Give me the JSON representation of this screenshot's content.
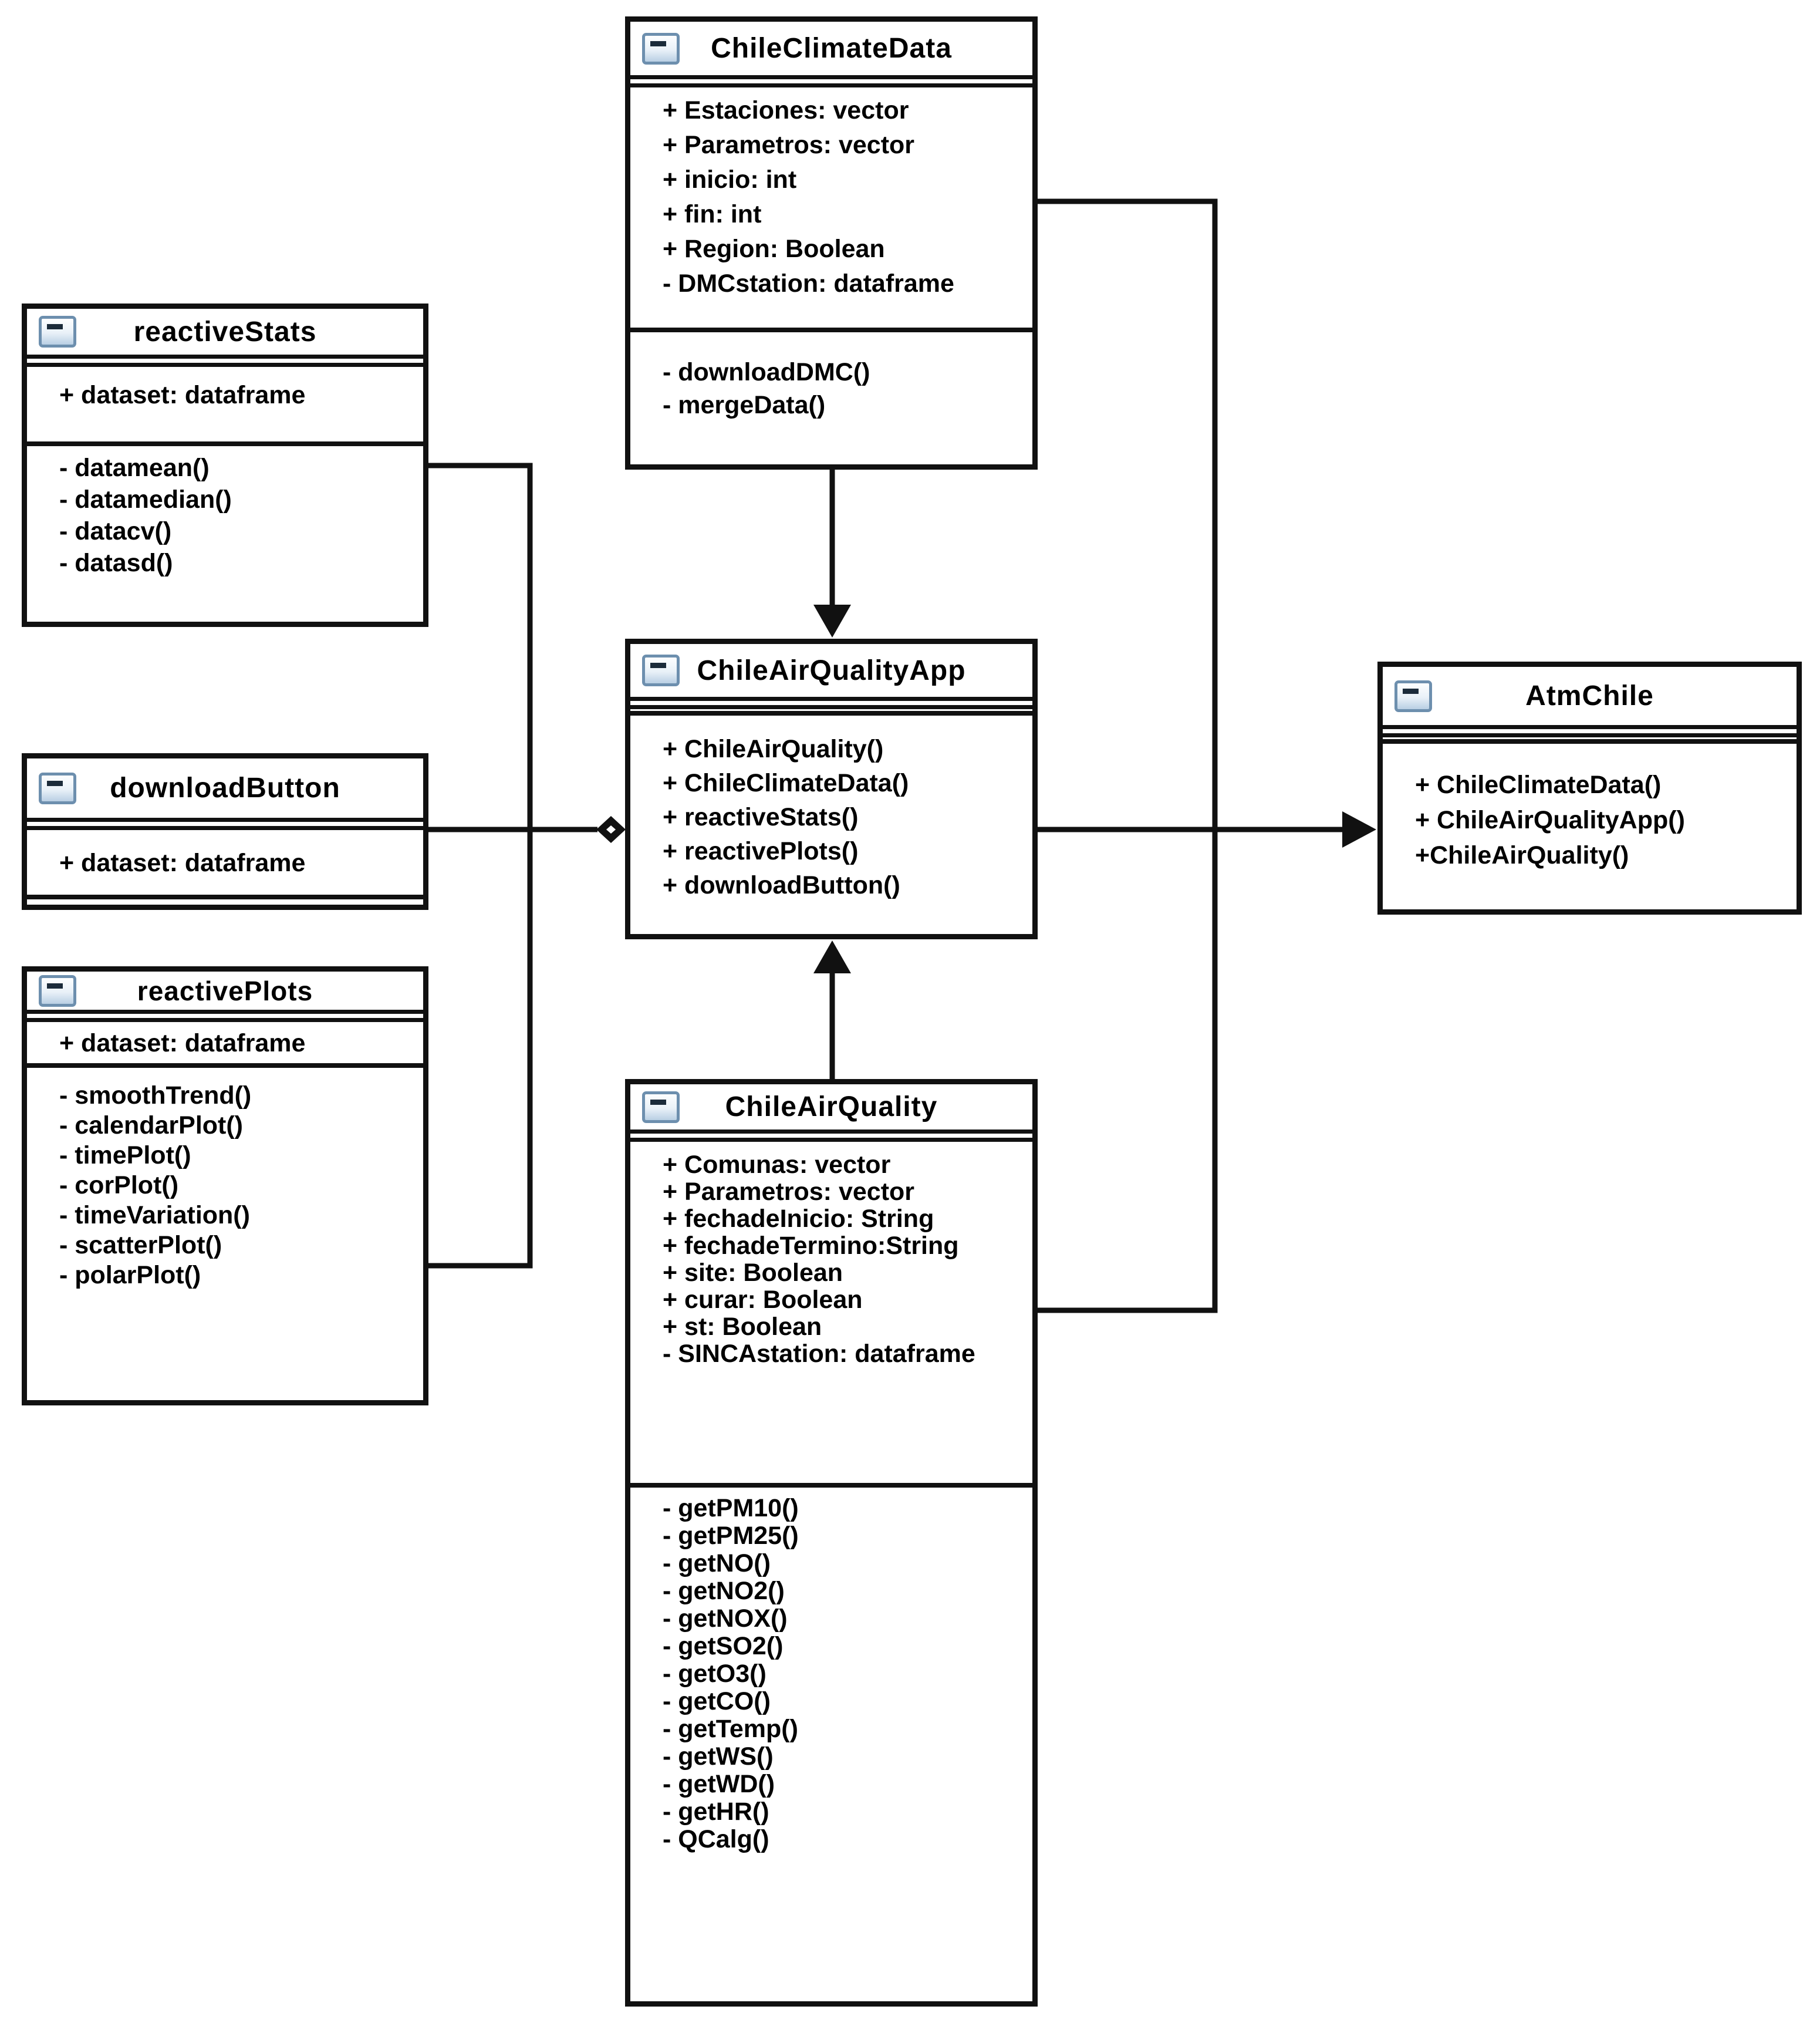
{
  "diagram": {
    "background_color": "#ffffff",
    "line_color": "#111111",
    "icon_colors": {
      "border": "#6d8fae",
      "fill": "#b9cfe4",
      "glyph": "#1b2b3a"
    },
    "classes": [
      {
        "id": "reactiveStats",
        "title": "reactiveStats",
        "icon": "class-icon",
        "attributes": [
          "+ dataset: dataframe"
        ],
        "methods": [
          "- datamean()",
          "- datamedian()",
          "- datacv()",
          "- datasd()"
        ]
      },
      {
        "id": "downloadButton",
        "title": "downloadButton",
        "icon": "class-icon",
        "attributes": [
          "+ dataset: dataframe"
        ],
        "methods": []
      },
      {
        "id": "reactivePlots",
        "title": "reactivePlots",
        "icon": "class-icon",
        "attributes": [
          "+ dataset: dataframe"
        ],
        "methods": [
          "- smoothTrend()",
          "- calendarPlot()",
          "- timePlot()",
          "- corPlot()",
          "- timeVariation()",
          "- scatterPlot()",
          "- polarPlot()"
        ]
      },
      {
        "id": "ChileClimateData",
        "title": "ChileClimateData",
        "icon": "class-icon",
        "attributes": [
          "+ Estaciones: vector",
          "+ Parametros: vector",
          "+ inicio: int",
          "+ fin: int",
          "+ Region: Boolean",
          "- DMCstation: dataframe"
        ],
        "methods": [
          "- downloadDMC()",
          "- mergeData()"
        ]
      },
      {
        "id": "ChileAirQualityApp",
        "title": "ChileAirQualityApp",
        "icon": "class-icon",
        "attributes": [],
        "methods": [
          "+ ChileAirQuality()",
          "+ ChileClimateData()",
          "+ reactiveStats()",
          "+ reactivePlots()",
          "+ downloadButton()"
        ]
      },
      {
        "id": "ChileAirQuality",
        "title": "ChileAirQuality",
        "icon": "class-icon",
        "attributes": [
          "+ Comunas: vector",
          "+ Parametros: vector",
          "+ fechadeInicio: String",
          "+ fechadeTermino:String",
          "+ site: Boolean",
          "+ curar: Boolean",
          "+ st: Boolean",
          "- SINCAstation: dataframe"
        ],
        "methods": [
          "- getPM10()",
          "- getPM25()",
          "- getNO()",
          "- getNO2()",
          "- getNOX()",
          "- getSO2()",
          "- getO3()",
          "- getCO()",
          "- getTemp()",
          "- getWS()",
          "- getWD()",
          "- getHR()",
          "- QCalg()"
        ]
      },
      {
        "id": "AtmChile",
        "title": "AtmChile",
        "icon": "class-icon",
        "attributes": [],
        "methods": [
          "+ ChileClimateData()",
          "+ ChileAirQualityApp()",
          "+ChileAirQuality()"
        ]
      }
    ],
    "relations": [
      {
        "from": "ChileClimateData",
        "to": "ChileAirQualityApp",
        "arrow": "filled-triangle"
      },
      {
        "from": "ChileAirQuality",
        "to": "ChileAirQualityApp",
        "arrow": "filled-triangle"
      },
      {
        "from": "reactiveStats",
        "to": "ChileAirQualityApp",
        "arrow": "diamond"
      },
      {
        "from": "downloadButton",
        "to": "ChileAirQualityApp",
        "arrow": "diamond"
      },
      {
        "from": "reactivePlots",
        "to": "ChileAirQualityApp",
        "arrow": "diamond"
      },
      {
        "from": "ChileAirQualityApp",
        "to": "AtmChile",
        "arrow": "filled-triangle"
      },
      {
        "from": "ChileClimateData",
        "to": "AtmChile",
        "arrow": "joined-line"
      },
      {
        "from": "ChileAirQuality",
        "to": "AtmChile",
        "arrow": "joined-line"
      }
    ]
  }
}
